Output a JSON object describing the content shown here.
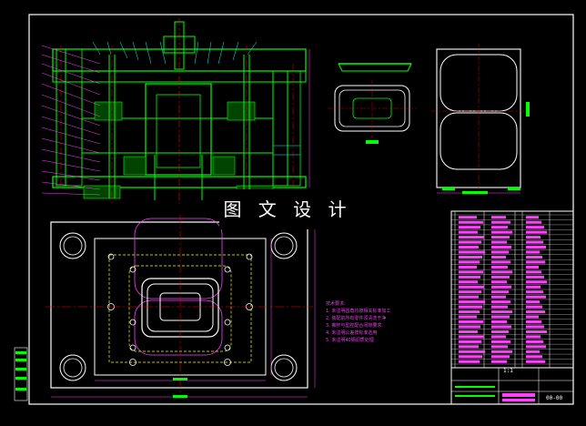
{
  "watermark": "图 文 设 计",
  "notes": {
    "heading": "技术要求:",
    "lines": [
      "1. 未注明圆角均按相关标准加工",
      "2. 装配前所有零件须清洗干净",
      "3. 推杆与型腔配合间隙要求",
      "4. 未注明公差按标准选用",
      "5. 未注明40钢调质处理"
    ]
  },
  "title_block": {
    "scale": "1:1",
    "code": "00-00"
  },
  "colors": {
    "background": "#000000",
    "frame": "#ffffff",
    "part": "#00ff00",
    "hidden": "#ffff00",
    "centerline": "#ff0000",
    "annotation": "#e040e0",
    "leader": "#00ffff"
  }
}
